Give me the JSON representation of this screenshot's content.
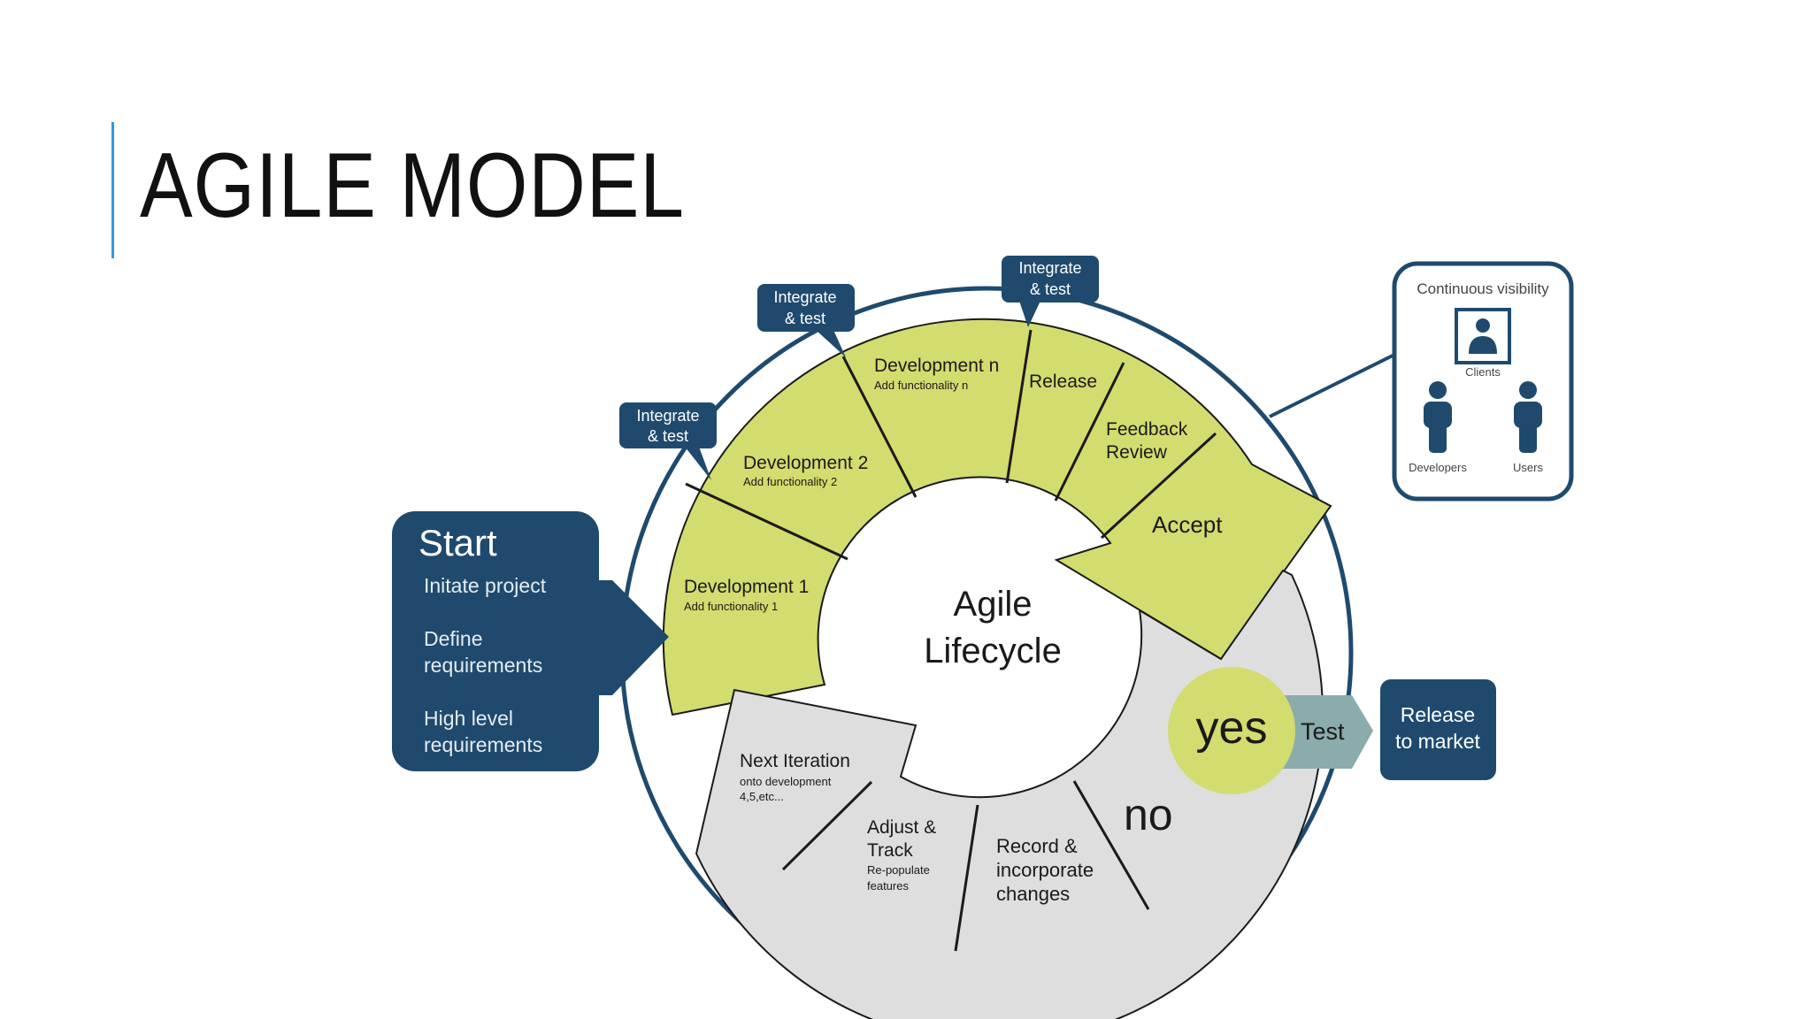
{
  "slide": {
    "title": "AGILE MODEL"
  },
  "colors": {
    "navy": "#1f4a6e",
    "green": "#d3dc6e",
    "gray": "#dedede",
    "teal": "#8aacab",
    "accent": "#2f9bd6"
  },
  "diagram": {
    "center": {
      "line1": "Agile",
      "line2": "Lifecycle"
    },
    "start": {
      "heading": "Start",
      "item1": "Initate project",
      "item2_line1": "Define",
      "item2_line2": "requirements",
      "item3_line1": "High level",
      "item3_line2": "requirements"
    },
    "integrate": [
      {
        "line1": "Integrate",
        "line2": "& test"
      },
      {
        "line1": "Integrate",
        "line2": "& test"
      },
      {
        "line1": "Integrate",
        "line2": "& test"
      }
    ],
    "dev1": {
      "title": "Development 1",
      "sub": "Add functionality 1"
    },
    "dev2": {
      "title": "Development 2",
      "sub": "Add functionality 2"
    },
    "devn": {
      "title": "Development n",
      "sub": "Add functionality n"
    },
    "release": "Release",
    "feedback": {
      "line1": "Feedback",
      "line2": "Review"
    },
    "accept": "Accept",
    "no": "no",
    "yes": "yes",
    "test": "Test",
    "release_market": {
      "line1": "Release",
      "line2": "to market"
    },
    "record": {
      "line1": "Record &",
      "line2": "incorporate",
      "line3": "changes"
    },
    "adjust": {
      "line1": "Adjust &",
      "line2": "Track",
      "sub1": "Re-populate",
      "sub2": "features"
    },
    "next": {
      "line1": "Next Iteration",
      "sub1": "onto development",
      "sub2": "4,5,etc..."
    },
    "visibility": {
      "title": "Continuous visibility",
      "clients": "Clients",
      "developers": "Developers",
      "users": "Users"
    }
  }
}
